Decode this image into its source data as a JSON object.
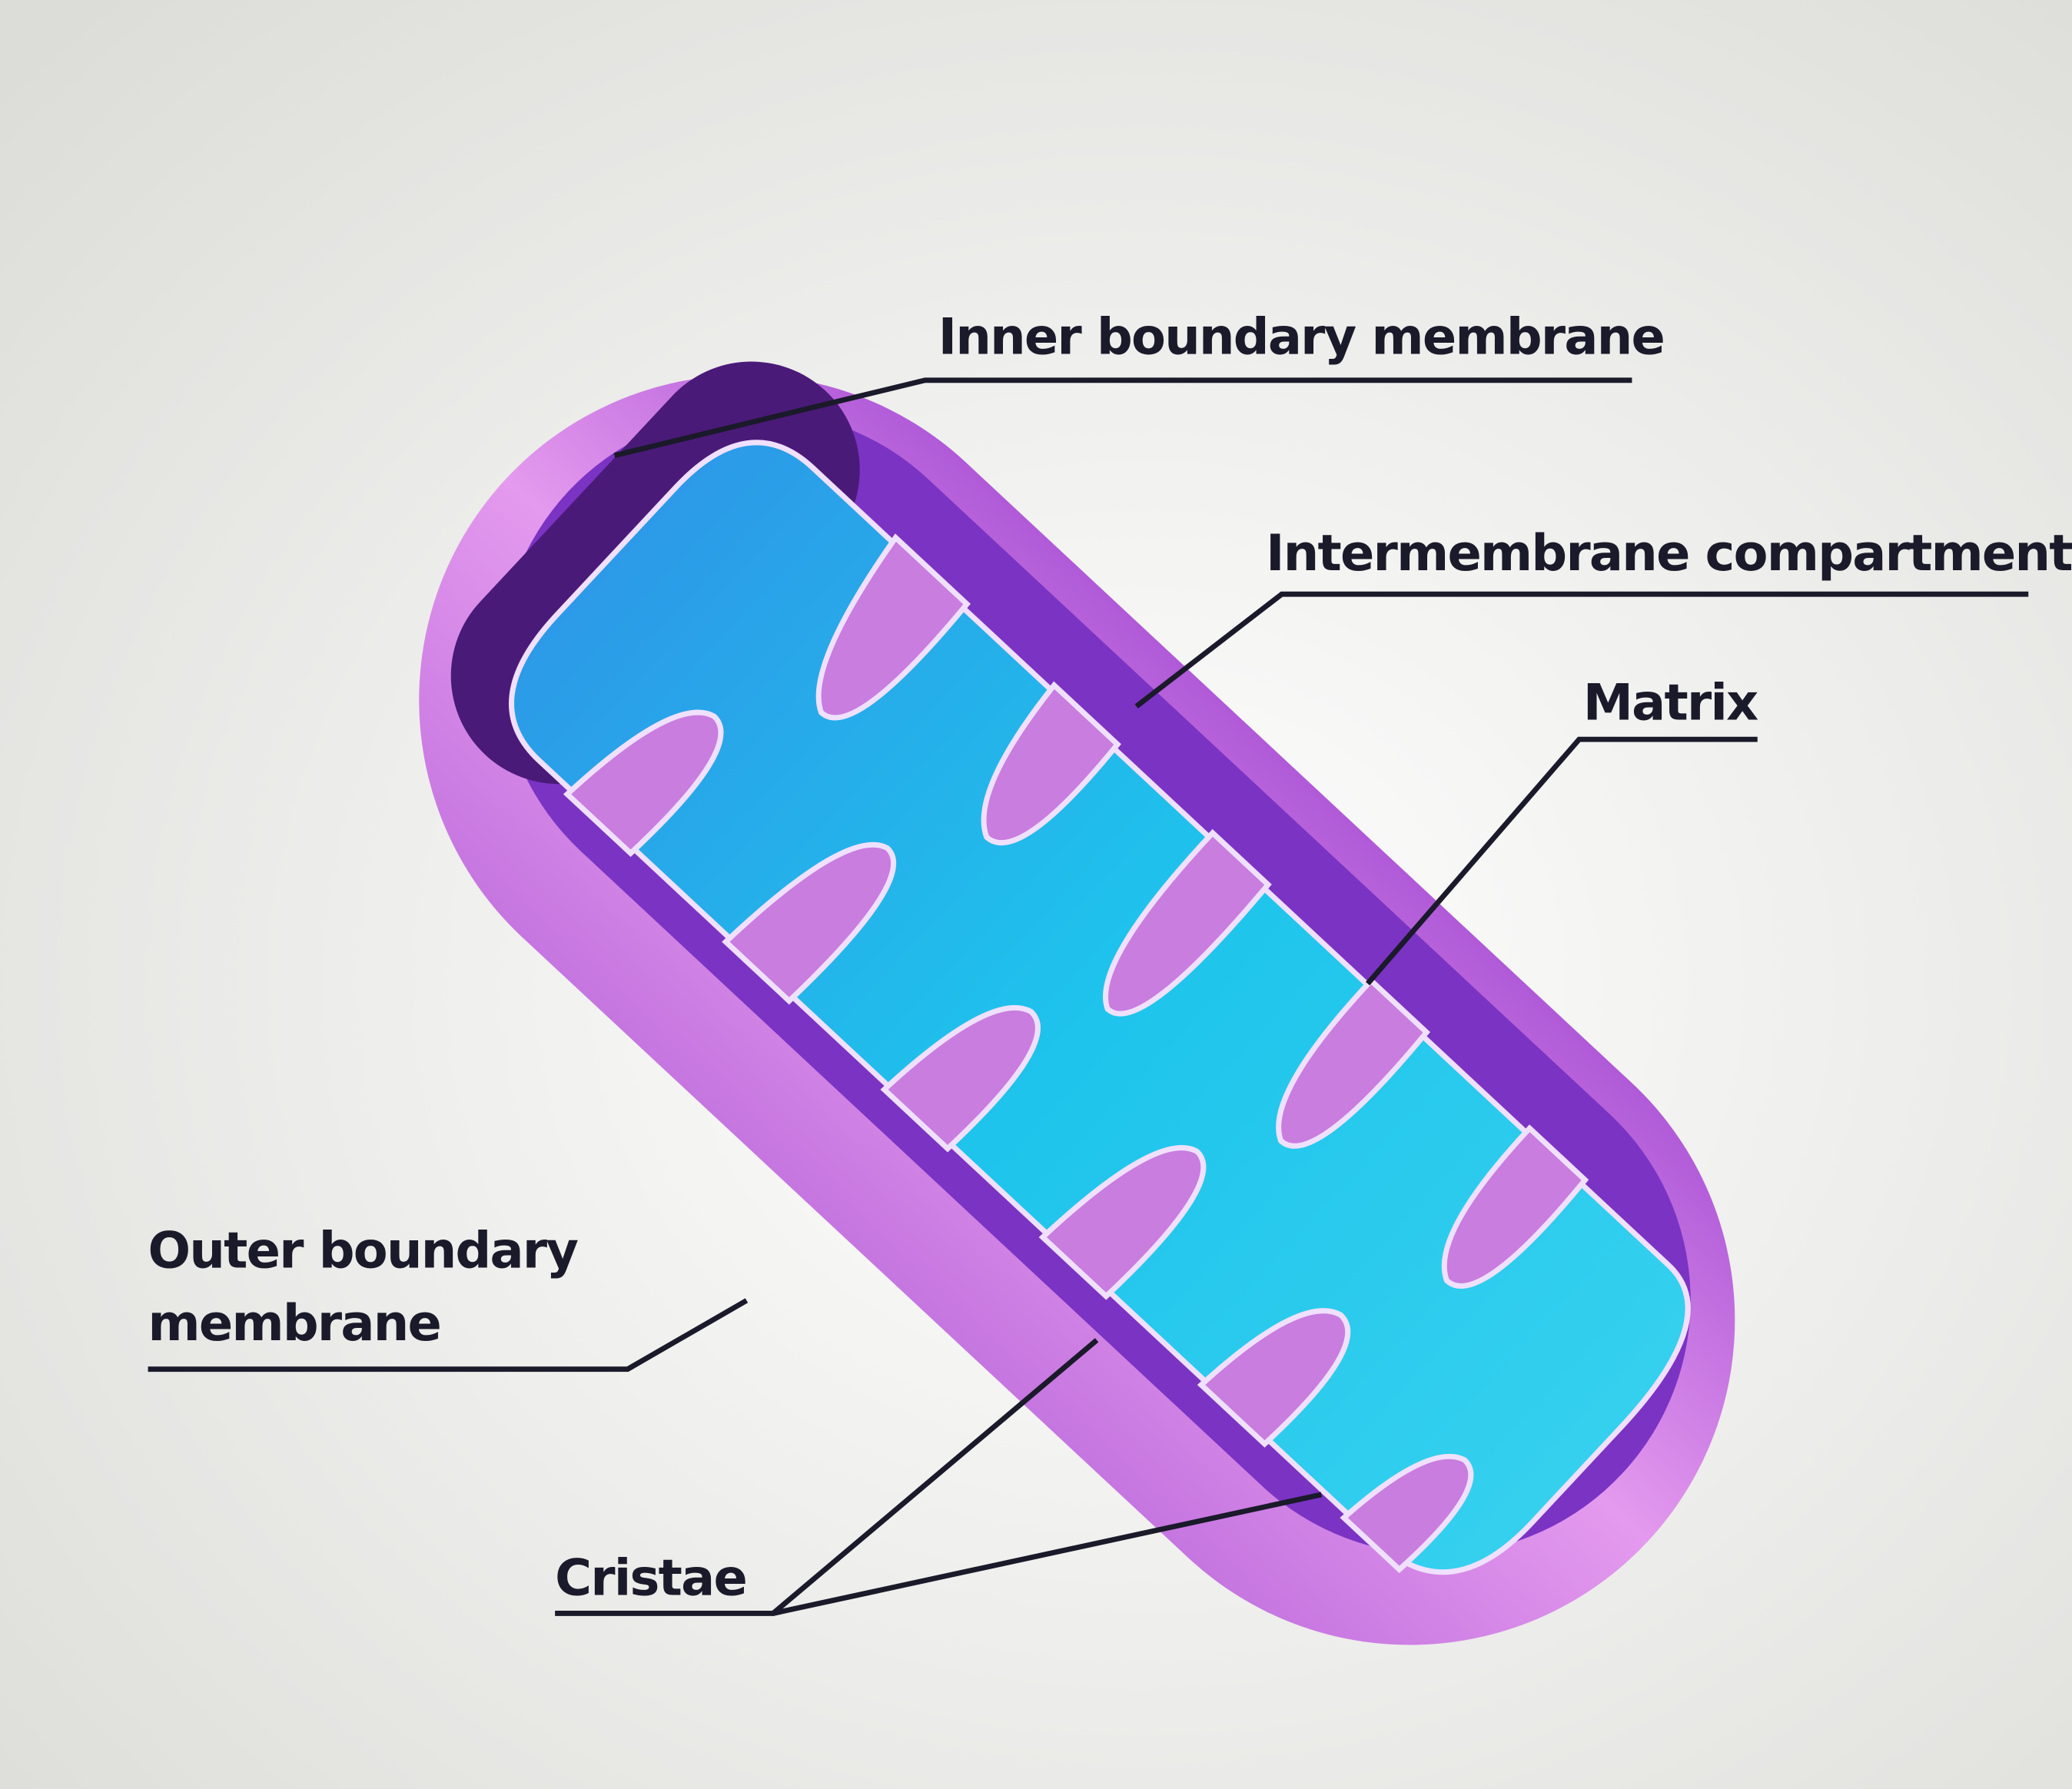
{
  "diagram": {
    "title": "Mitochondrion structure",
    "labels": {
      "inner_membrane": "Inner boundary membrane",
      "intermembrane": "Intermembrane compartment",
      "matrix": "Matrix",
      "outer_membrane_line1": "Outer boundary",
      "outer_membrane_line2": "membrane",
      "cristae": "Cristae"
    },
    "colors": {
      "outer_membrane": "#d98be6",
      "intermembrane": "#7b33c4",
      "matrix": "#1ec4ec",
      "cristae": "#c87ddf",
      "background": "#f2f2f0"
    }
  }
}
